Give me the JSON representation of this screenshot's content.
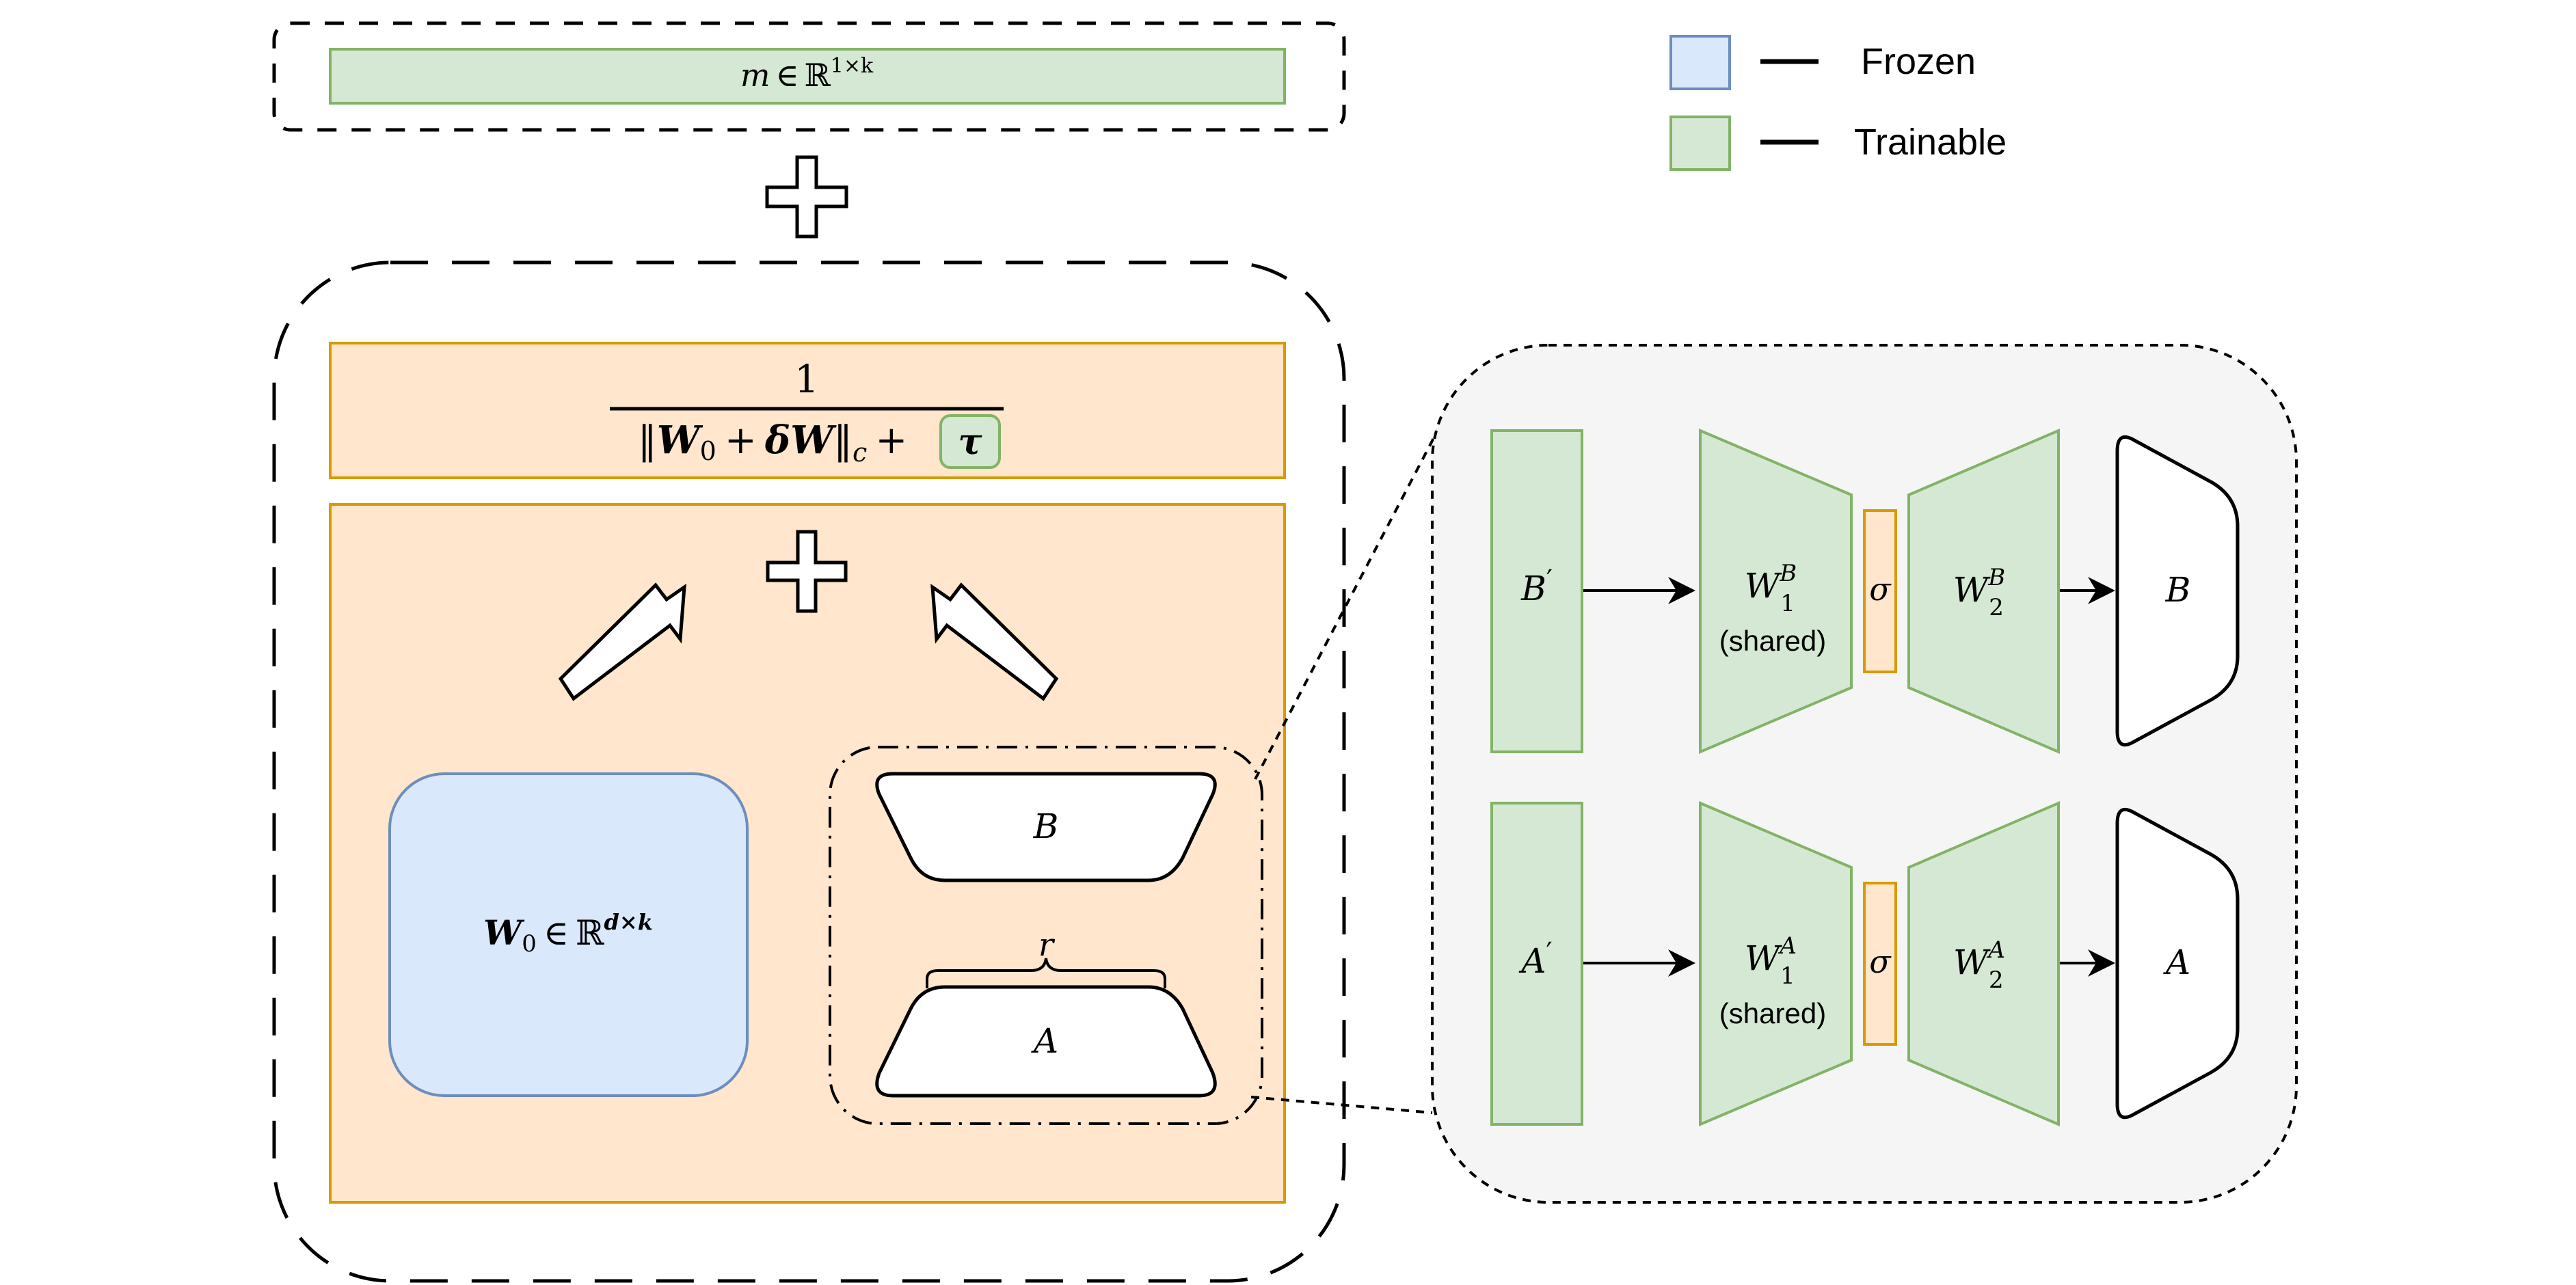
{
  "legend": {
    "items": [
      {
        "label": "Frozen",
        "fill": "#dae8fc",
        "stroke": "#6c8ebf"
      },
      {
        "label": "Trainable",
        "fill": "#d5e8d4",
        "stroke": "#82b366"
      }
    ]
  },
  "colors": {
    "frozen_fill": "#dae8fc",
    "frozen_stroke": "#6c8ebf",
    "trainable_fill": "#d5e8d4",
    "trainable_stroke": "#82b366",
    "orange_fill": "#ffe6cc",
    "orange_stroke": "#d79b00",
    "panel_fill": "#f5f5f5"
  },
  "magnitude": {
    "var": "m",
    "in": "∈",
    "space": "ℝ",
    "sup": "1×k"
  },
  "norm": {
    "numerator": "1",
    "den_open": "‖",
    "w": "W",
    "w_sub": "0",
    "plus": "+",
    "delta_w": "δW",
    "den_close": "‖",
    "norm_sub": "c",
    "plus2": "+",
    "tau": "τ"
  },
  "frozen_weight": {
    "w": "W",
    "sub": "0",
    "in": "∈",
    "space": "ℝ",
    "sup": "d×k"
  },
  "lora": {
    "b_label": "B",
    "a_label": "A",
    "rank_label": "r"
  },
  "generator": {
    "rows": [
      {
        "input": "B",
        "input_prime": "′",
        "w1": "W",
        "w1_sub": "1",
        "w1_sup": "B",
        "shared": "(shared)",
        "activation": "σ",
        "w2": "W",
        "w2_sub": "2",
        "w2_sup": "B",
        "output": "B"
      },
      {
        "input": "A",
        "input_prime": "′",
        "w1": "W",
        "w1_sub": "1",
        "w1_sup": "A",
        "shared": "(shared)",
        "activation": "σ",
        "w2": "W",
        "w2_sub": "2",
        "w2_sup": "A",
        "output": "A"
      }
    ]
  }
}
